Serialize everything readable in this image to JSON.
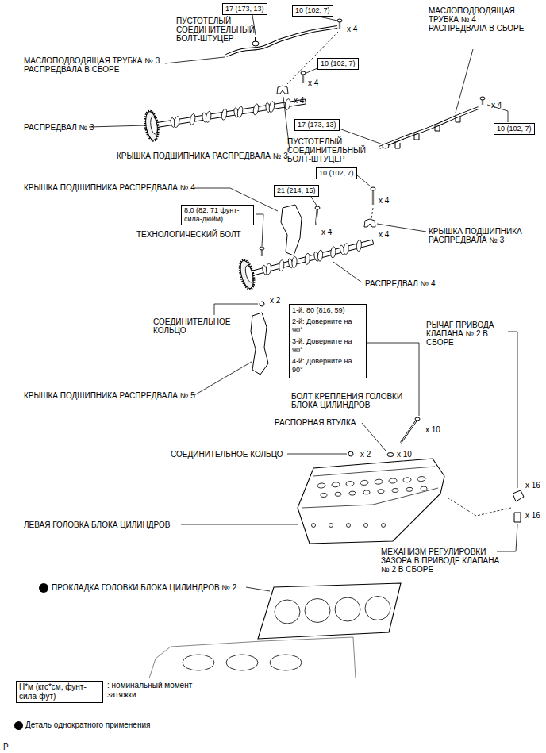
{
  "diagram": {
    "nodes": [
      {
        "text": [
          "17 (173, 13)"
        ]
      },
      {
        "text": [
          "10 (102, 7)"
        ]
      },
      {
        "text": [
          "10 (102, 7)"
        ]
      },
      {
        "text": [
          "17 (173, 13)"
        ]
      },
      {
        "text": [
          "10 (102, 7)"
        ]
      },
      {
        "text": [
          "10 (102, 7)"
        ]
      },
      {
        "text": [
          "21 (214, 15)"
        ]
      },
      {
        "text": [
          "8,0 (82, 71 фунт-сила-дюйм)"
        ]
      },
      {
        "text": [
          "1-й: 80 (816, 59)",
          "2-й: Доверните на 90°",
          "3-й: Доверните на 90°",
          "4-й: Доверните на 90°"
        ]
      },
      {
        "text": [
          "Н*м (кгс*см, фунт-сила-фут)"
        ]
      }
    ],
    "labels": [
      "ПУСТОТЕЛЫЙ СОЕДИНИТЕЛЬНЫЙ БОЛТ-ШТУЦЕР",
      "x 4",
      "МАСЛОПОДВОДЯЩАЯ ТРУБКА № 3 РАСПРЕДВАЛА В СБОРЕ",
      "x 4",
      "x 4",
      "РАСПРЕДВАЛ № 3",
      "КРЫШКА ПОДШИПНИКА РАСПРЕДВАЛА № 3",
      "МАСЛОПОДВОДЯЩАЯ ТРУБКА № 4 РАСПРЕДВАЛА В СБОРЕ",
      "x 4",
      "ПУСТОТЕЛЫЙ СОЕДИНИТЕЛЬНЫЙ БОЛТ-ШТУЦЕР",
      "x 4",
      "x 4",
      "КРЫШКА ПОДШИПНИКА РАСПРЕДВАЛА № 3",
      "КРЫШКА ПОДШИПНИКА РАСПРЕДВАЛА № 4",
      "x 4",
      "ТЕХНОЛОГИЧЕСКИЙ БОЛТ",
      "РАСПРЕДВАЛ № 4",
      "x 2",
      "СОЕДИНИТЕЛЬНОЕ КОЛЬЦО",
      "БОЛТ КРЕПЛЕНИЯ ГОЛОВКИ БЛОКА ЦИЛИНДРОВ",
      "РЫЧАГ ПРИВОДА КЛАПАНА № 2 В СБОРЕ",
      "КРЫШКА ПОДШИПНИКА РАСПРЕДВАЛА № 5",
      "РАСПОРНАЯ ВТУЛКА",
      "x 10",
      "x 10",
      "СОЕДИНИТЕЛЬНОЕ КОЛЬЦО",
      "x 2",
      "x 16",
      "x 16",
      "ЛЕВАЯ ГОЛОВКА БЛОКА ЦИЛИНДРОВ",
      "МЕХАНИЗМ РЕГУЛИРОВКИ ЗАЗОРА В ПРИВОДЕ КЛАПАНА № 2 В СБОРЕ",
      "ПРОКЛАДКА ГОЛОВКИ БЛОКА ЦИЛИНДРОВ № 2",
      "P"
    ],
    "legend": [
      {
        "text": ": номинальный момент затяжки"
      },
      {
        "text": "Деталь однократного применения",
        "color": "#000000"
      }
    ]
  }
}
